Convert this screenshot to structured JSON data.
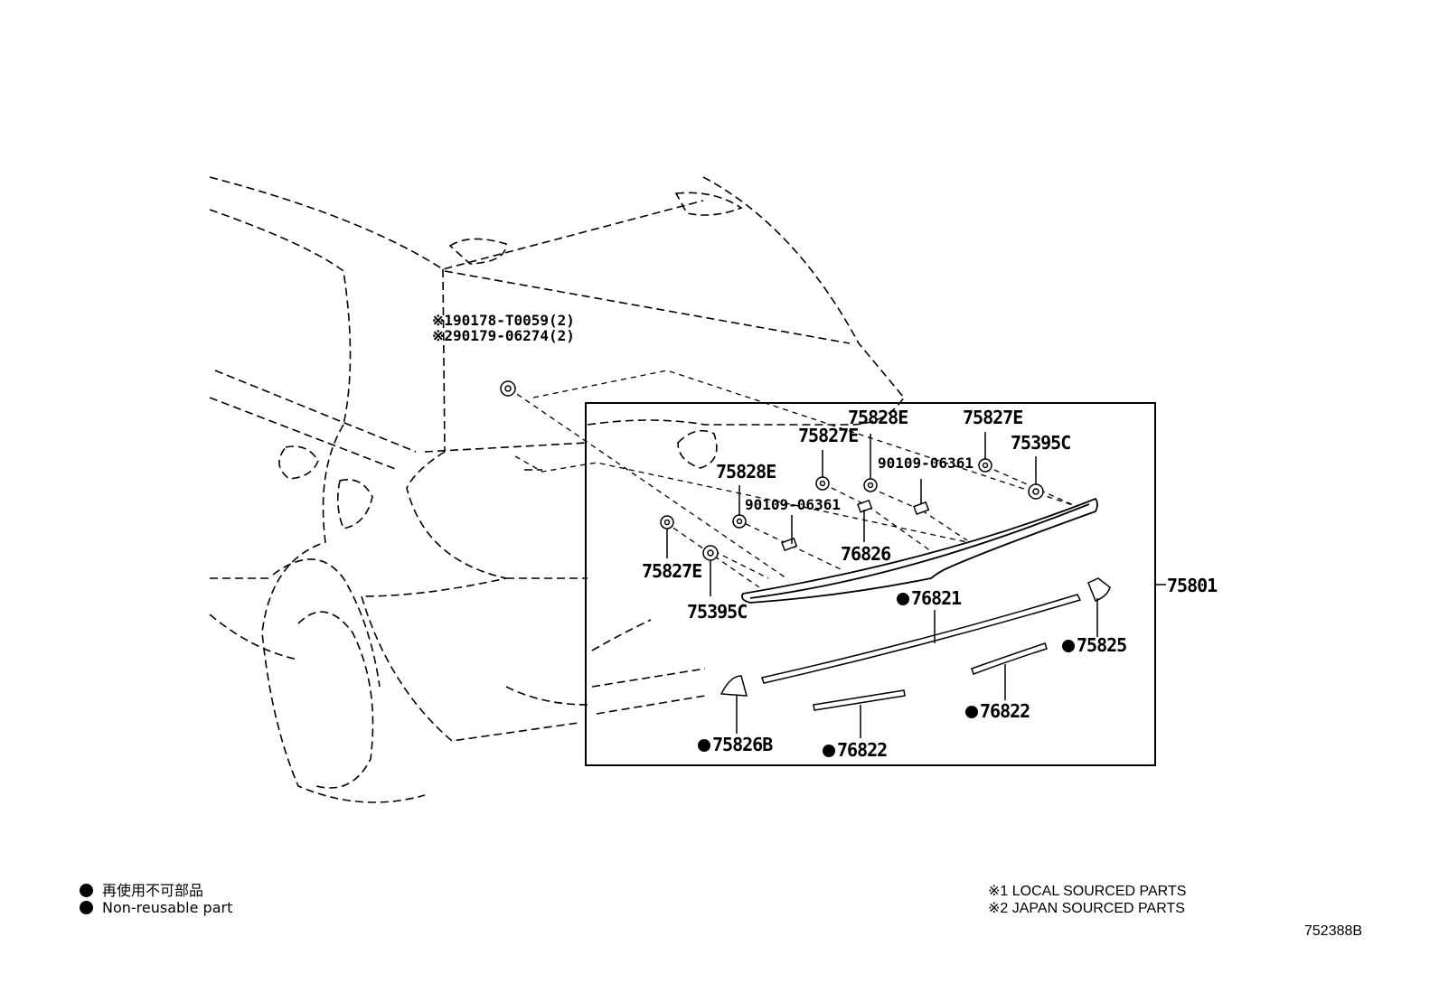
{
  "labels": {
    "note1_part": "※190178-T0059(2)",
    "note2_part": "※290179-06274(2)",
    "p75828E_top": "75828E",
    "p75827E_topright": "75827E",
    "p75395C_right": "75395C",
    "p75827E_mid": "75827E",
    "p90109_right": "90109-06361",
    "p75828E_left": "75828E",
    "p90109_left": "90109-06361",
    "p76826": "76826",
    "p75827E_left": "75827E",
    "p75395C_left": "75395C",
    "p75801": "75801",
    "p76821": "76821",
    "p75825": "75825",
    "p76822_right": "76822",
    "p75826B": "75826B",
    "p76822_left": "76822"
  },
  "legend": {
    "jp": "再使用不可部品",
    "en": "Non-reusable part"
  },
  "notes": {
    "note1": "※1 LOCAL SOURCED PARTS",
    "note2": "※2 JAPAN SOURCED PARTS"
  },
  "diagram_id": "752388B"
}
